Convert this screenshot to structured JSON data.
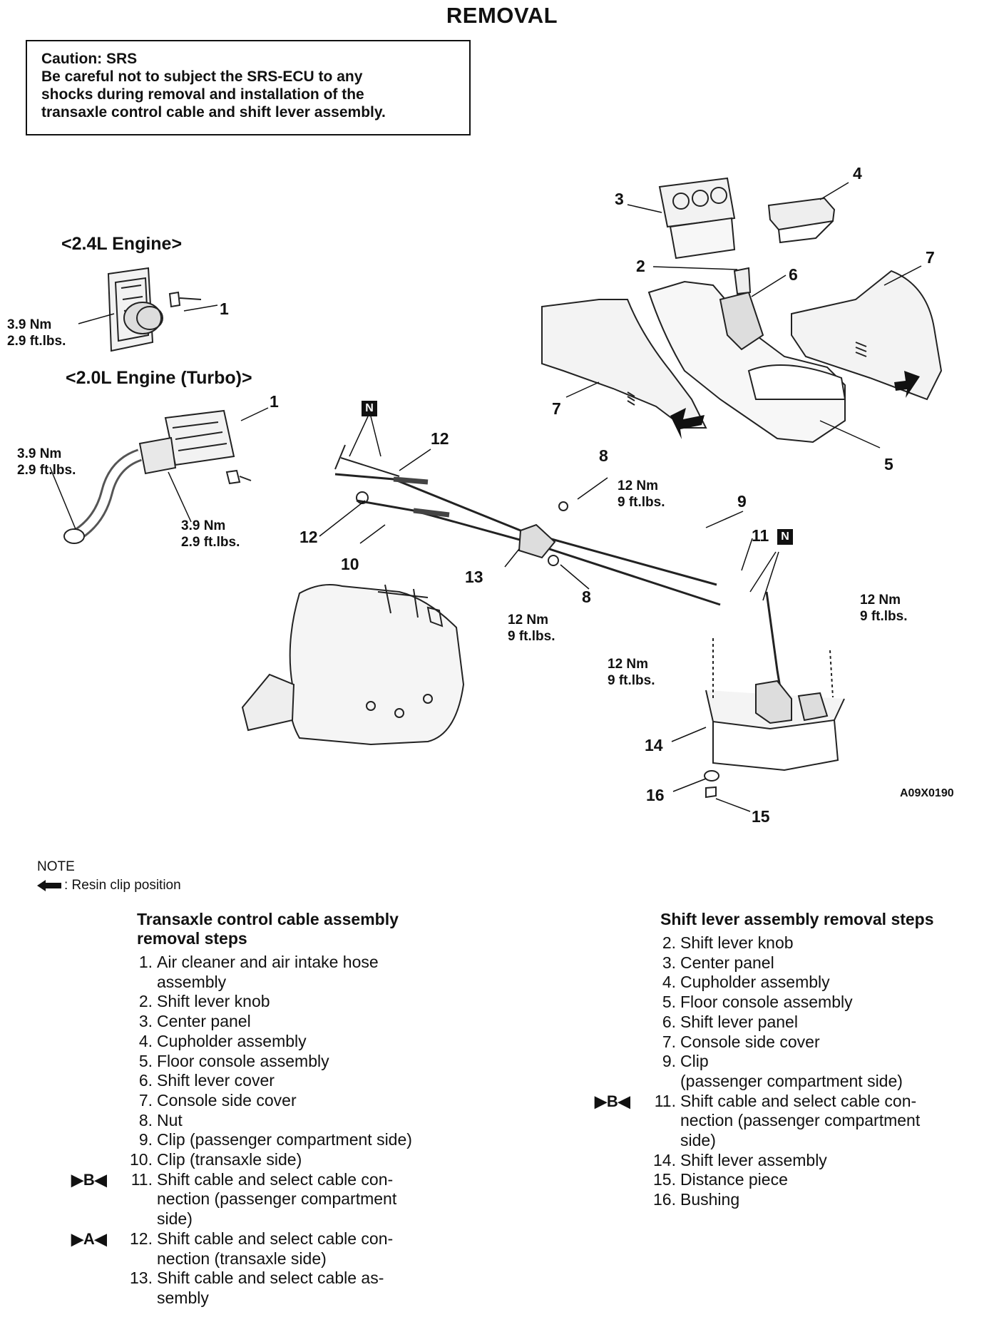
{
  "title": "REMOVAL",
  "caution": {
    "heading": "Caution: SRS",
    "lines": [
      "Be careful not to subject the SRS-ECU to any",
      "shocks during removal and installation of the",
      "transaxle control cable and shift lever assembly."
    ]
  },
  "diagram": {
    "engine_24": "<2.4L Engine>",
    "engine_20": "<2.0L Engine (Turbo)>",
    "torque_small_nm": "3.9 Nm",
    "torque_small_ft": "2.9 ft.lbs.",
    "torque_large_nm": "12 Nm",
    "torque_large_ft": "9 ft.lbs.",
    "n_marker": "N",
    "figure_code": "A09X0190",
    "callouts": [
      "1",
      "1",
      "2",
      "3",
      "4",
      "5",
      "6",
      "7",
      "7",
      "8",
      "8",
      "9",
      "10",
      "11",
      "12",
      "12",
      "13",
      "14",
      "15",
      "16"
    ]
  },
  "note": {
    "heading": "NOTE",
    "arrow_icon": "left-arrow-icon",
    "text": ": Resin clip position"
  },
  "markers": {
    "a": "▶A◀",
    "b": "▶B◀"
  },
  "left_steps": {
    "title_lines": [
      "Transaxle control cable assembly",
      "removal steps"
    ],
    "items": [
      {
        "num": "1.",
        "lines": [
          "Air cleaner and air intake hose",
          "assembly"
        ]
      },
      {
        "num": "2.",
        "lines": [
          "Shift lever knob"
        ]
      },
      {
        "num": "3.",
        "lines": [
          "Center panel"
        ]
      },
      {
        "num": "4.",
        "lines": [
          "Cupholder assembly"
        ]
      },
      {
        "num": "5.",
        "lines": [
          "Floor console assembly"
        ]
      },
      {
        "num": "6.",
        "lines": [
          "Shift lever cover"
        ]
      },
      {
        "num": "7.",
        "lines": [
          "Console side cover"
        ]
      },
      {
        "num": "8.",
        "lines": [
          "Nut"
        ]
      },
      {
        "num": "9.",
        "lines": [
          "Clip (passenger compartment side)"
        ]
      },
      {
        "num": "10.",
        "lines": [
          "Clip (transaxle side)"
        ]
      },
      {
        "num": "11.",
        "lines": [
          "Shift cable and select cable con-",
          "nection (passenger compartment",
          "side)"
        ]
      },
      {
        "num": "12.",
        "lines": [
          "Shift cable and select cable con-",
          "nection (transaxle side)"
        ]
      },
      {
        "num": "13.",
        "lines": [
          "Shift cable and select cable as-",
          "sembly"
        ]
      }
    ]
  },
  "right_steps": {
    "title_lines": [
      "Shift lever assembly removal steps"
    ],
    "items": [
      {
        "num": "2.",
        "lines": [
          "Shift lever knob"
        ]
      },
      {
        "num": "3.",
        "lines": [
          "Center panel"
        ]
      },
      {
        "num": "4.",
        "lines": [
          "Cupholder assembly"
        ]
      },
      {
        "num": "5.",
        "lines": [
          "Floor console assembly"
        ]
      },
      {
        "num": "6.",
        "lines": [
          "Shift lever panel"
        ]
      },
      {
        "num": "7.",
        "lines": [
          "Console side cover"
        ]
      },
      {
        "num": "9.",
        "lines": [
          "Clip",
          "(passenger compartment side)"
        ]
      },
      {
        "num": "11.",
        "lines": [
          "Shift cable and select cable con-",
          "nection (passenger compartment",
          "side)"
        ]
      },
      {
        "num": "14.",
        "lines": [
          "Shift lever assembly"
        ]
      },
      {
        "num": "15.",
        "lines": [
          "Distance piece"
        ]
      },
      {
        "num": "16.",
        "lines": [
          "Bushing"
        ]
      }
    ]
  }
}
